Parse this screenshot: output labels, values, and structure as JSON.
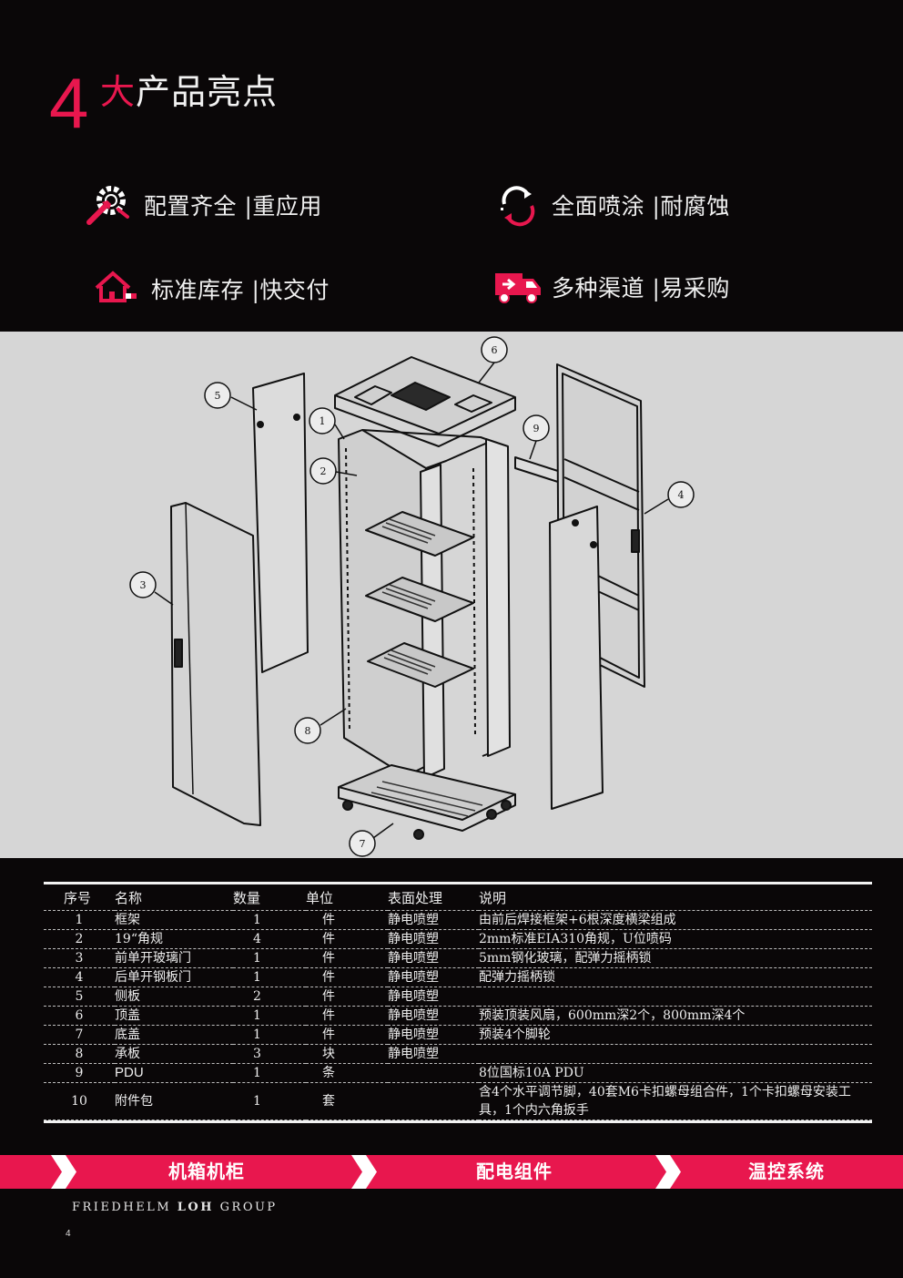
{
  "header": {
    "number": "4",
    "title_accent": "大",
    "title_rest": "产品亮点"
  },
  "features": [
    {
      "label": "配置齐全 |重应用",
      "icon": "wrench-gear-icon"
    },
    {
      "label": "全面喷涂 |耐腐蚀",
      "icon": "refresh-arrows-icon"
    },
    {
      "label": "标准库存 |快交付",
      "icon": "warehouse-icon"
    },
    {
      "label": "多种渠道 |易采购",
      "icon": "delivery-truck-icon"
    }
  ],
  "diagram": {
    "callouts": [
      "1",
      "2",
      "3",
      "4",
      "5",
      "6",
      "7",
      "8",
      "9"
    ]
  },
  "table": {
    "headers": [
      "序号",
      "名称",
      "数量",
      "单位",
      "表面处理",
      "说明"
    ],
    "rows": [
      [
        "1",
        "框架",
        "1",
        "件",
        "静电喷塑",
        "由前后焊接框架+6根深度横梁组成"
      ],
      [
        "2",
        "19“角规",
        "4",
        "件",
        "静电喷塑",
        "2mm标准EIA310角规，U位喷码"
      ],
      [
        "3",
        "前单开玻璃门",
        "1",
        "件",
        "静电喷塑",
        "5mm钢化玻璃，配弹力摇柄锁"
      ],
      [
        "4",
        "后单开钢板门",
        "1",
        "件",
        "静电喷塑",
        "配弹力摇柄锁"
      ],
      [
        "5",
        "侧板",
        "2",
        "件",
        "静电喷塑",
        ""
      ],
      [
        "6",
        "顶盖",
        "1",
        "件",
        "静电喷塑",
        "预装顶装风扇，600mm深2个，800mm深4个"
      ],
      [
        "7",
        "底盖",
        "1",
        "件",
        "静电喷塑",
        "预装4个脚轮"
      ],
      [
        "8",
        "承板",
        "3",
        "块",
        "静电喷塑",
        ""
      ],
      [
        "9",
        "PDU",
        "1",
        "条",
        "",
        "8位国标10A PDU"
      ],
      [
        "10",
        "附件包",
        "1",
        "套",
        "",
        "含4个水平调节脚，40套M6卡扣螺母组合件，1个卡扣螺母安装工具，1个内六角扳手"
      ]
    ]
  },
  "banner": {
    "items": [
      "机箱机柜",
      "配电组件",
      "温控系统"
    ]
  },
  "footer": {
    "brand_a": "FRIEDHELM ",
    "brand_b": "LOH",
    "brand_c": " GROUP",
    "page": "4"
  },
  "colors": {
    "accent": "#e8174e",
    "background": "#0a0708",
    "diagram_bg": "#d6d6d6"
  }
}
